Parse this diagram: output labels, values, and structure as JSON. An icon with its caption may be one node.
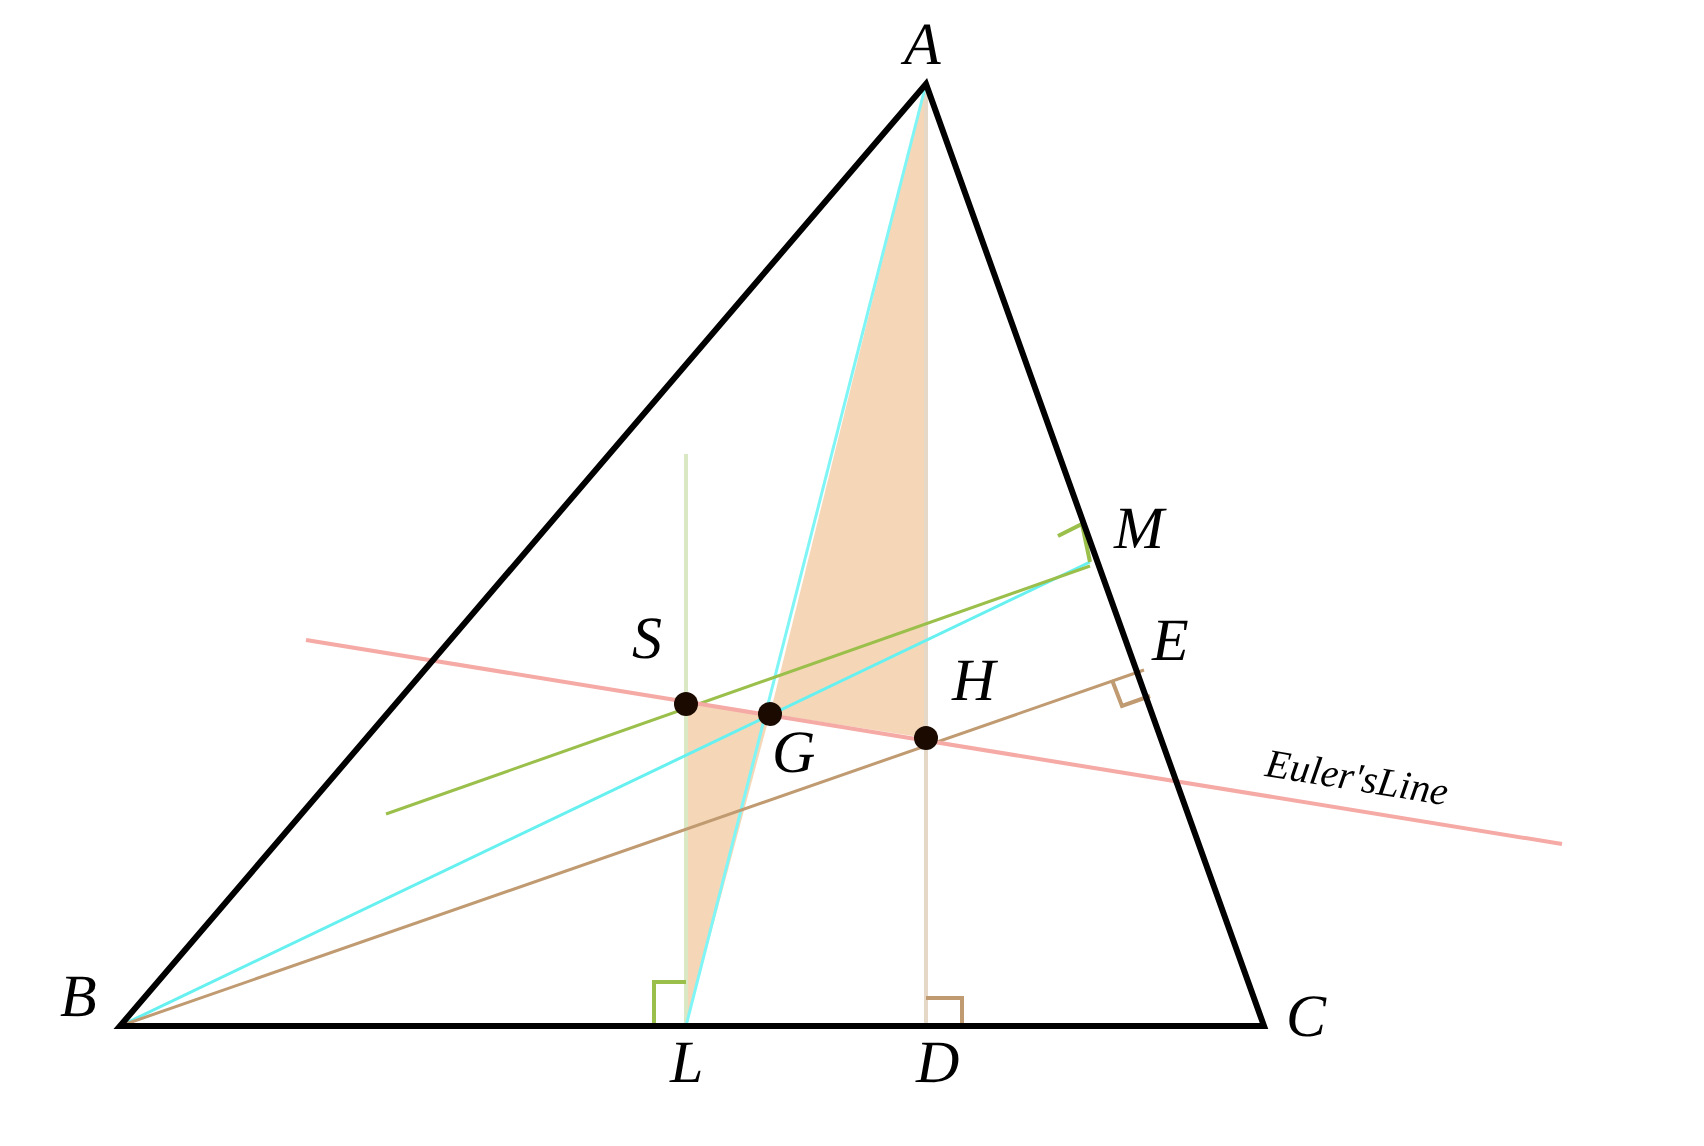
{
  "diagram": {
    "labels": [
      "A",
      "M",
      "S",
      "E",
      "H",
      "G",
      "Euler'sLine",
      "B",
      "C",
      "L",
      "D"
    ]
  }
}
